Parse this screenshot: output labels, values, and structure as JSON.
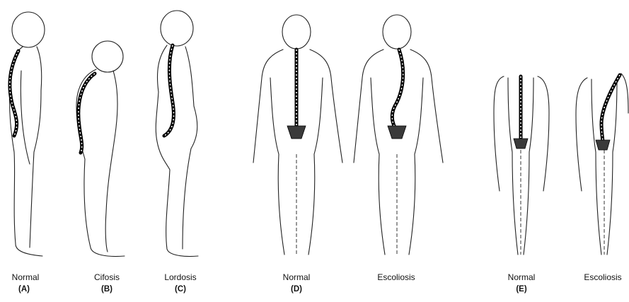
{
  "figures": [
    {
      "id": "A",
      "caption": "Normal",
      "tag": "(A)"
    },
    {
      "id": "B",
      "caption": "Cifosis",
      "tag": "(B)"
    },
    {
      "id": "C",
      "caption": "Lordosis",
      "tag": "(C)"
    },
    {
      "id": "D1",
      "caption": "Normal",
      "tag": "(D)"
    },
    {
      "id": "D2",
      "caption": "Escoliosis",
      "tag": ""
    },
    {
      "id": "E1",
      "caption": "Normal",
      "tag": "(E)"
    },
    {
      "id": "E2",
      "caption": "Escoliosis",
      "tag": ""
    }
  ]
}
